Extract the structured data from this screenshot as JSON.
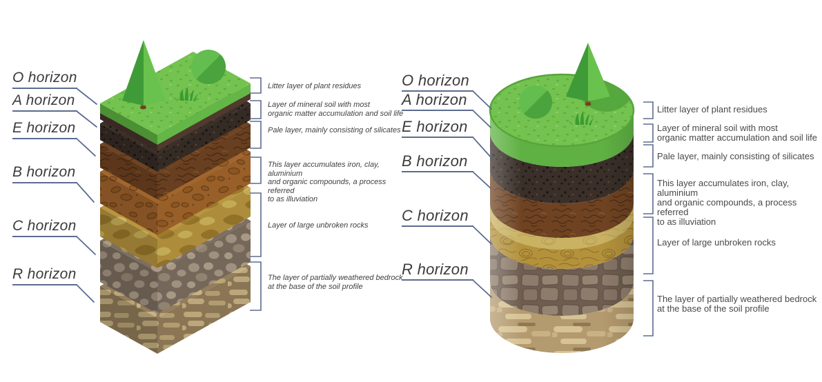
{
  "connector_color": "#5b6b8f",
  "label_color": "#3b3b3b",
  "left_diagram": {
    "style": "exploded isometric soil block",
    "labels": [
      "O horizon",
      "A horizon",
      "E horizon",
      "B horizon",
      "C horizon",
      "R horizon"
    ],
    "descriptions": [
      "Litter layer of plant residues",
      "Layer of mineral soil with most\norganic matter accumulation and soil life",
      "Pale layer, mainly consisting of silicates",
      "This layer accumulates iron, clay, aluminium\nand organic compounds, a process referred\nto as illuviation",
      "Layer of large unbroken rocks",
      "The layer of partially weathered bedrock\nat the base of the soil profile"
    ]
  },
  "right_diagram": {
    "style": "soil core cylinder",
    "labels": [
      "O horizon",
      "A horizon",
      "E horizon",
      "B horizon",
      "C horizon",
      "R horizon"
    ],
    "descriptions": [
      "Litter layer of plant residues",
      "Layer of mineral soil with most\norganic matter accumulation and soil life",
      "Pale layer, mainly consisting of silicates",
      "This layer accumulates iron, clay, aluminium\nand organic compounds, a process referred\nto as illuviation",
      "Layer of large unbroken rocks",
      "The layer of partially weathered bedrock\nat the base of the soil profile"
    ]
  },
  "layers": [
    {
      "horizon": "O",
      "appearance": "grass surface with litter",
      "color": "#74c24f"
    },
    {
      "horizon": "A",
      "appearance": "dark organic topsoil",
      "color": "#3a2f29"
    },
    {
      "horizon": "E",
      "appearance": "brown eluviated soil",
      "color": "#6f4322"
    },
    {
      "horizon": "B",
      "appearance": "stony clay / golden subsoil",
      "color": "#b8953f"
    },
    {
      "horizon": "C",
      "appearance": "large unbroken rocks",
      "color": "#8d7c6c"
    },
    {
      "horizon": "R",
      "appearance": "weathered bedrock",
      "color": "#c8b283"
    }
  ]
}
